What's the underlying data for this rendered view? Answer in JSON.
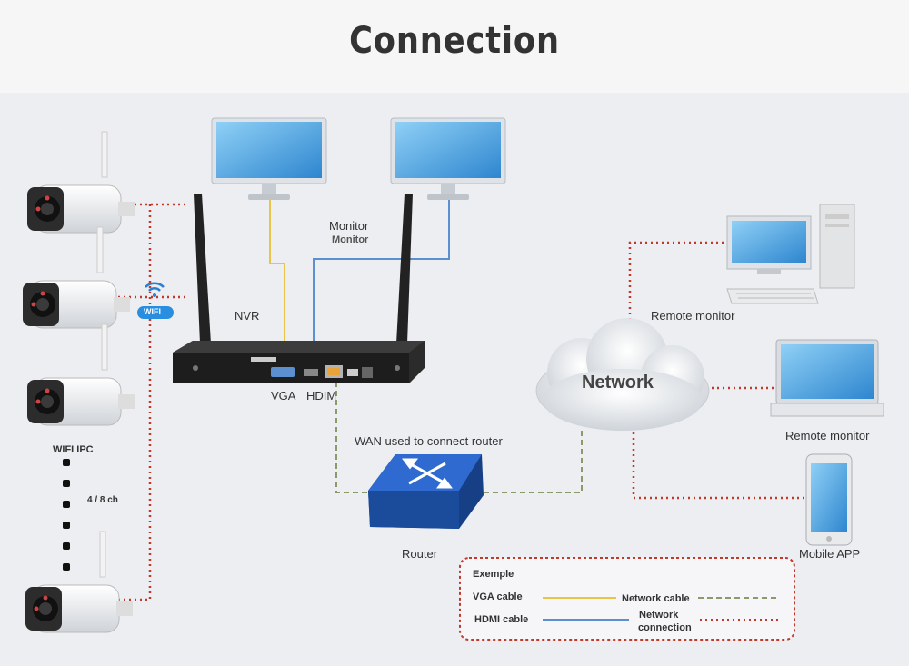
{
  "page": {
    "title": "Connection"
  },
  "labels": {
    "monitor": "Monitor",
    "monitor_small": "Monitor",
    "nvr": "NVR",
    "vga": "VGA",
    "hdim": "HDIM",
    "wifi_badge": "WIFI",
    "wifi_ipc": "WIFI IPC",
    "channels": "4 / 8 ch",
    "wan": "WAN used to connect router",
    "router": "Router",
    "network": "Network",
    "remote_monitor_1": "Remote monitor",
    "remote_monitor_2": "Remote monitor",
    "mobile_app": "Mobile APP"
  },
  "legend": {
    "title": "Exemple",
    "vga_cable": "VGA cable",
    "hdmi_cable": "HDMI cable",
    "network_cable": "Network cable",
    "network_connection_1": "Network",
    "network_connection_2": "connection"
  },
  "colors": {
    "vga": "#e8c44a",
    "hdmi": "#5b8fd0",
    "network_cable": "#8a9a6a",
    "network_connection": "#c0392b",
    "router_blue": "#1f4fa3",
    "screen_blue": "#4aa6e0"
  },
  "icons": [
    "camera-icon",
    "monitor-icon",
    "nvr-icon",
    "router-icon",
    "cloud-icon",
    "desktop-pc-icon",
    "laptop-icon",
    "phone-icon",
    "wifi-icon"
  ]
}
